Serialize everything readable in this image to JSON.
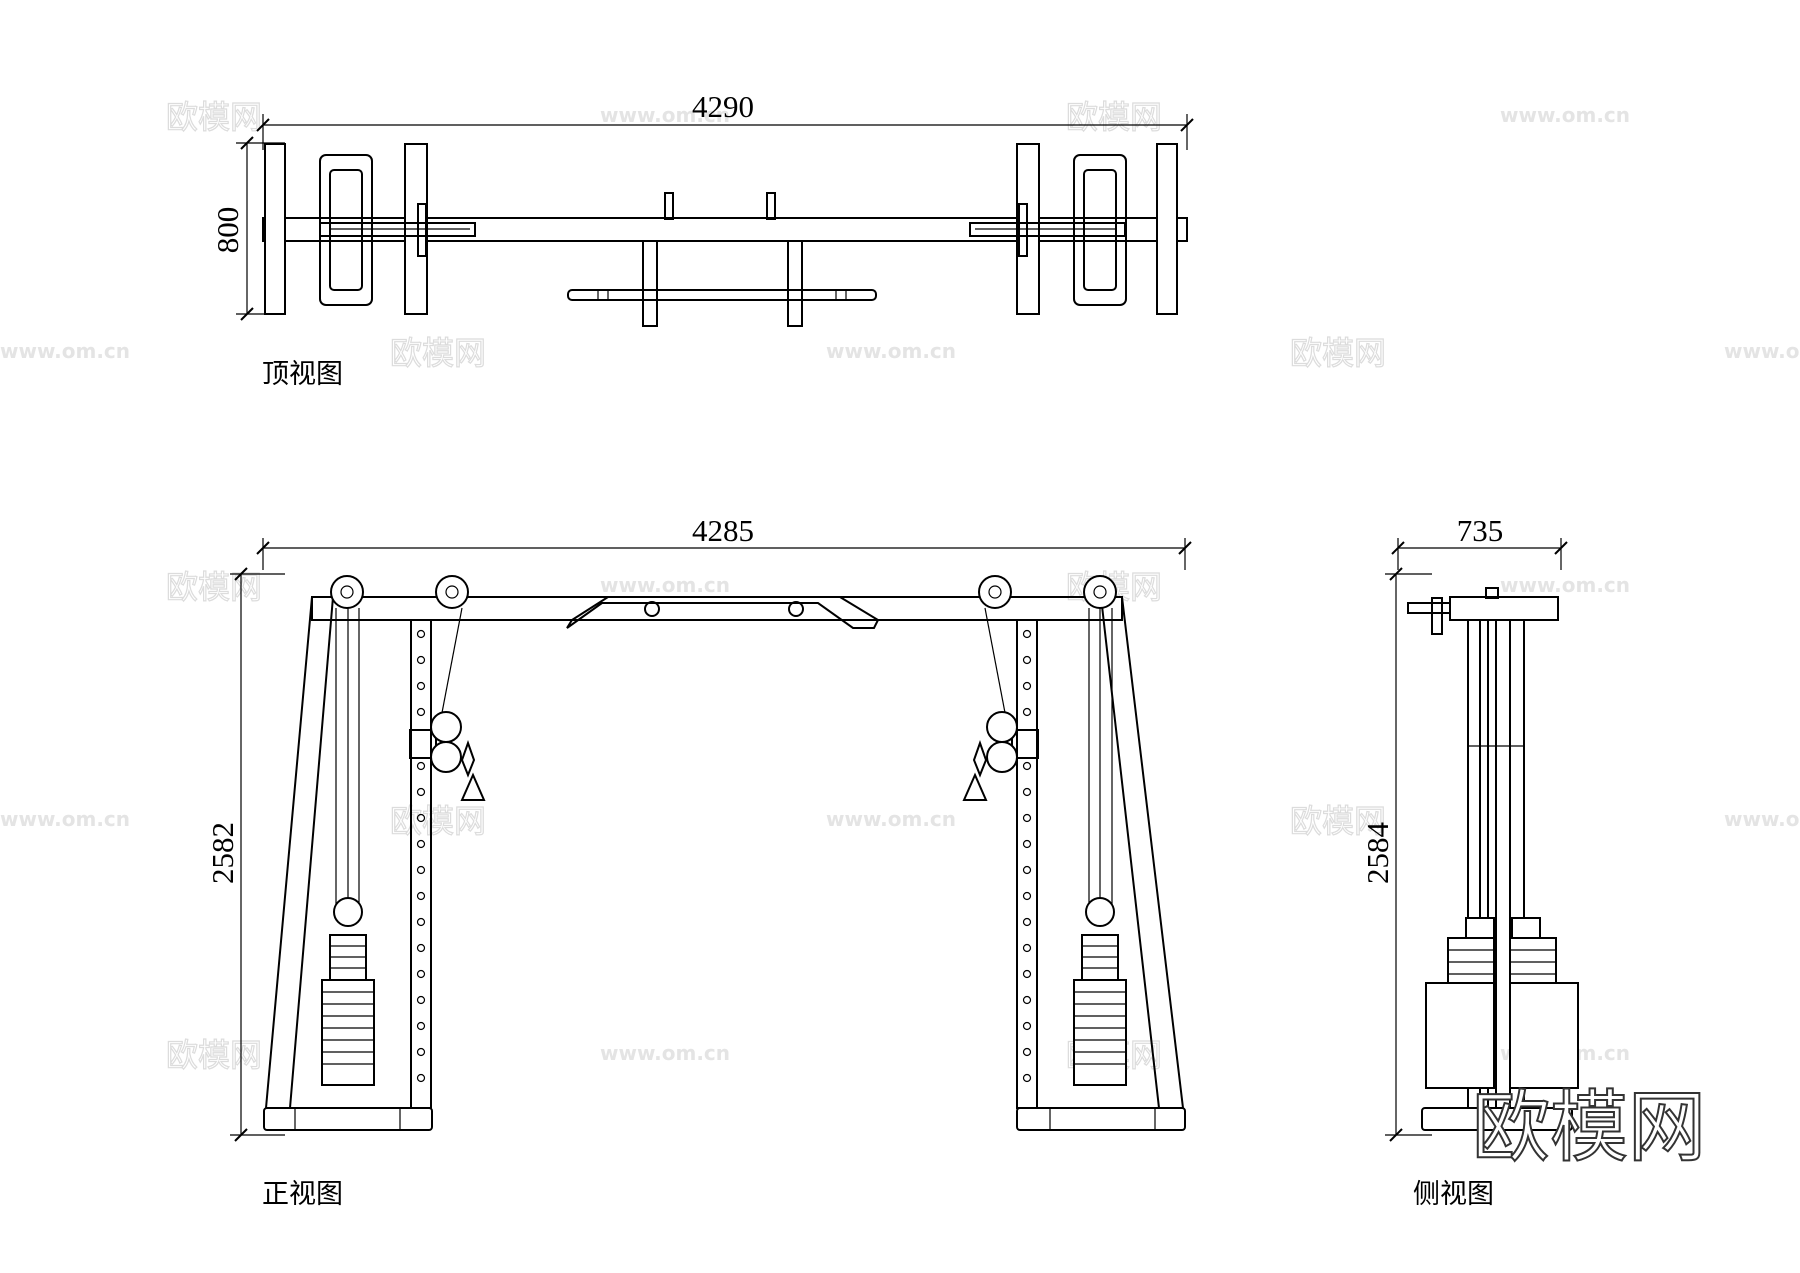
{
  "views": {
    "top": {
      "label": "顶视图",
      "width_dim": "4290",
      "depth_dim": "800"
    },
    "front": {
      "label": "正视图",
      "width_dim": "4285",
      "height_dim": "2582"
    },
    "side": {
      "label": "侧视图",
      "width_dim": "735",
      "height_dim": "2584"
    }
  },
  "watermark": {
    "brand": "欧模网",
    "url": "www.om.cn"
  }
}
